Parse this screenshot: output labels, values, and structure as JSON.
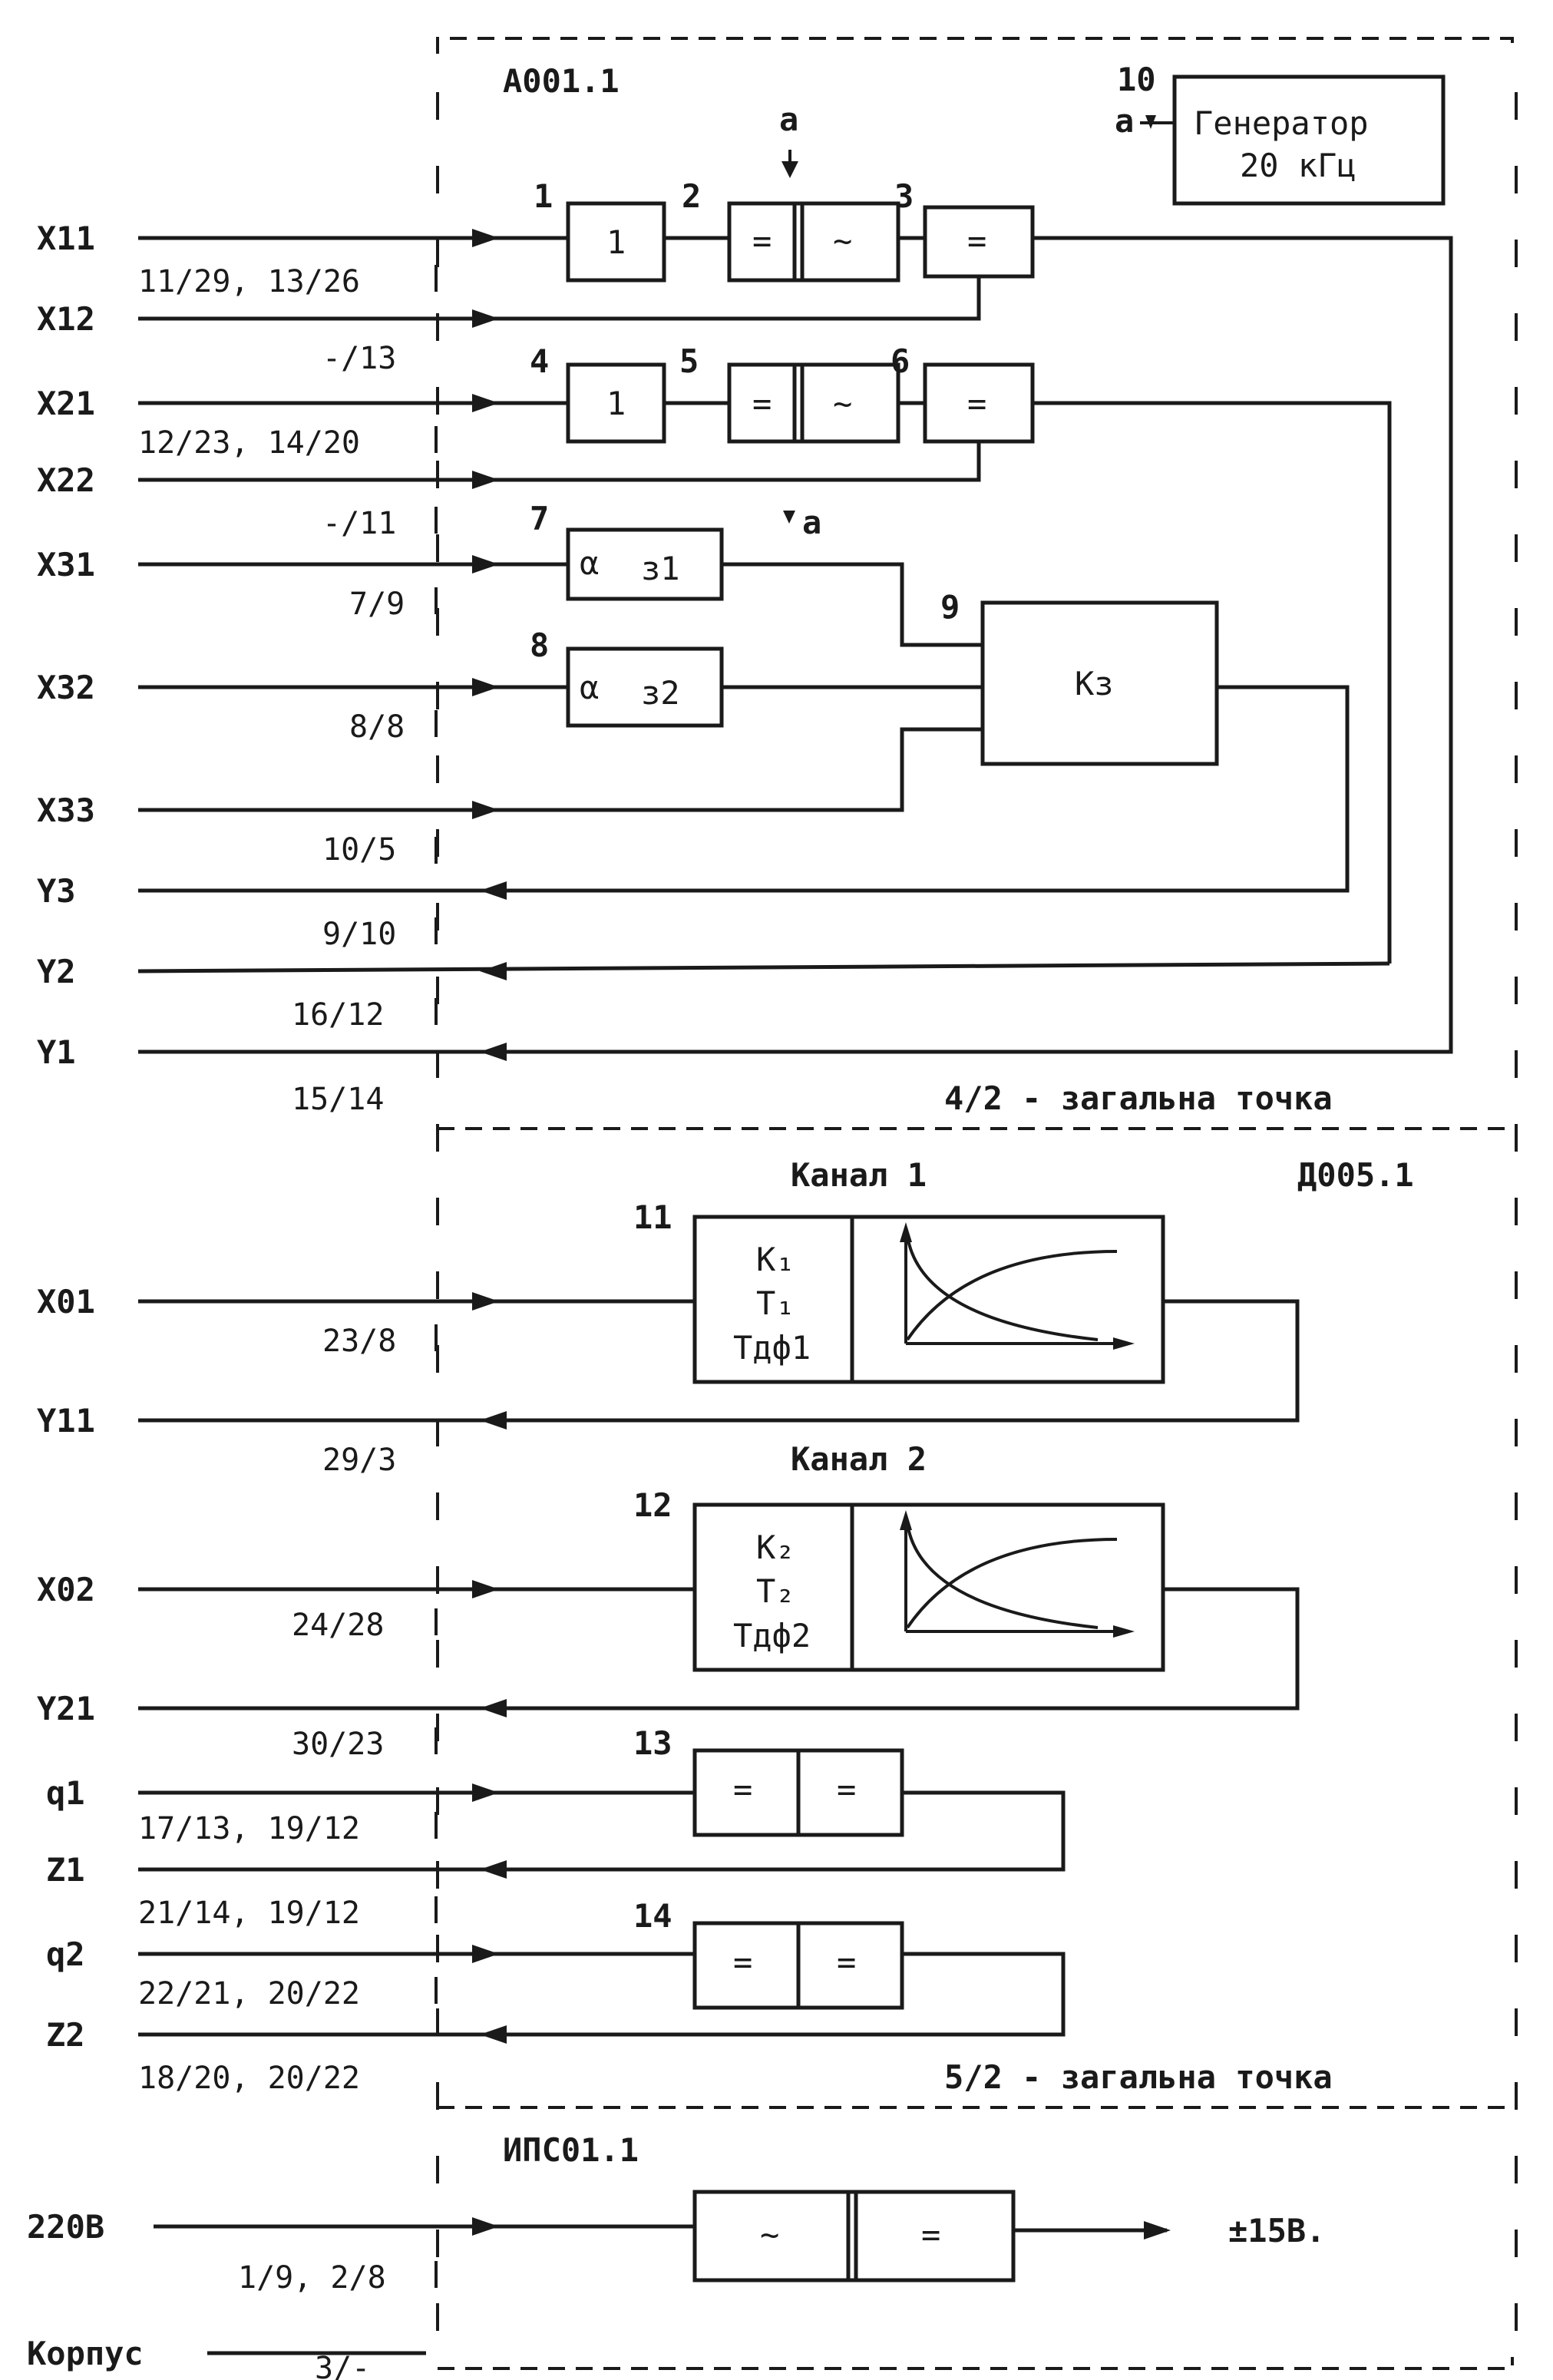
{
  "modules": {
    "a001": "А001.1",
    "d005": "Д005.1",
    "ips01": "ИПС01.1"
  },
  "generator": {
    "line1": "Генератор",
    "line2": "20 кГц",
    "num": "10",
    "signal": "a"
  },
  "inputs": {
    "x11": "X11",
    "x12": "X12",
    "x21": "X21",
    "x22": "X22",
    "x31": "X31",
    "x32": "X32",
    "x33": "X33",
    "y3": "Y3",
    "y2": "Y2",
    "y1": "Y1",
    "x01": "X01",
    "y11": "Y11",
    "x02": "X02",
    "y21": "Y21",
    "q1": "q1",
    "z1": "Z1",
    "q2": "q2",
    "z2": "Z2",
    "v220": "220В",
    "korpus": "Корпус"
  },
  "pins": {
    "p1": "11/29, 13/26",
    "p2": "-/13",
    "p3": "12/23, 14/20",
    "p4": "-/11",
    "p5": "7/9",
    "p6": "8/8",
    "p7": "10/5",
    "p8": "9/10",
    "p9": "16/12",
    "p10": "15/14",
    "p11": "23/8",
    "p12": "29/3",
    "p13": "24/28",
    "p14": "30/23",
    "p15": "17/13, 19/12",
    "p16": "21/14, 19/12",
    "p17": "22/21, 20/22",
    "p18": "18/20, 20/22",
    "p19": "1/9, 2/8",
    "p20": "3/-"
  },
  "block_nums": {
    "n1": "1",
    "n2": "2",
    "n3": "3",
    "n4": "4",
    "n5": "5",
    "n6": "6",
    "n7": "7",
    "n8": "8",
    "n9": "9",
    "n11": "11",
    "n12": "12",
    "n13": "13",
    "n14": "14"
  },
  "blocks": {
    "amp1": "1",
    "amp2": "1",
    "alpha1": "α",
    "alpha1_sub": "з1",
    "alpha2": "α",
    "alpha2_sub": "з2",
    "k3": "Kз",
    "k1": "K₁",
    "t1": "T₁",
    "tdf1": "Tдф1",
    "k2": "K₂",
    "t2": "T₂",
    "tdf2": "Tдф2",
    "dc": "=",
    "ac": "~"
  },
  "signals": {
    "a_top": "a",
    "a_mid": "a"
  },
  "channels": {
    "ch1": "Канал 1",
    "ch2": "Канал 2"
  },
  "common": {
    "c1": "4/2 - загальна точка",
    "c2": "5/2 - загальна точка"
  },
  "output": {
    "pm15": "±15В."
  }
}
